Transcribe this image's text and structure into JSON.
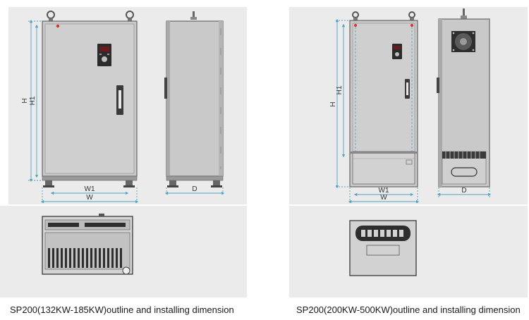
{
  "left_figure": {
    "caption": "SP200(132KW-185KW)outline and installing dimension",
    "dim_labels": {
      "h": "H",
      "h1": "H1",
      "w1": "W1",
      "w": "W",
      "d": "D"
    }
  },
  "right_figure": {
    "caption": "SP200(200KW-500KW)outline and installing dimension",
    "dim_labels": {
      "h": "H",
      "h1": "H1",
      "w1": "W1",
      "w": "W",
      "d": "D"
    }
  },
  "colors": {
    "panel_bg": "#ebebeb",
    "cabinet_fill": "#c9c9c9",
    "dimension_line": "#4fa3c7",
    "hinge_marker": "#d9332f"
  }
}
